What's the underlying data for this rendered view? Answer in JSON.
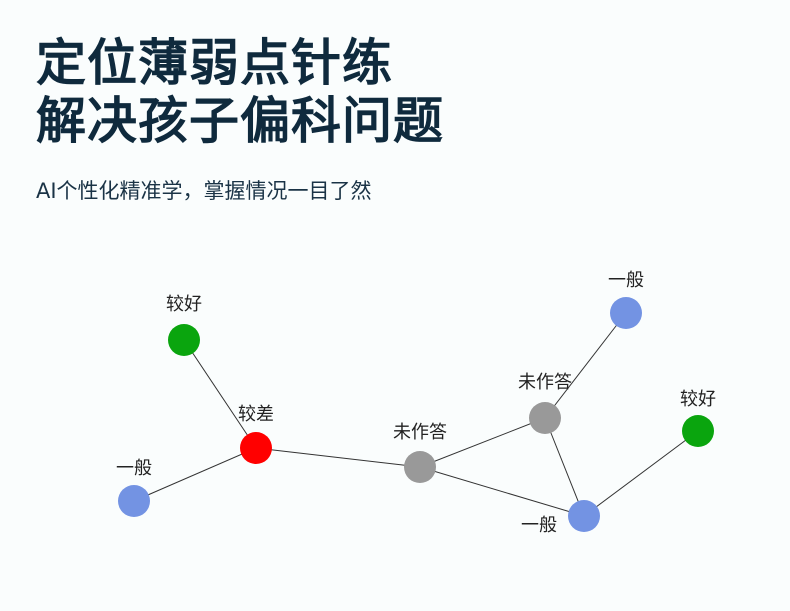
{
  "headline": {
    "line1": "定位薄弱点针练",
    "line2": "解决孩子偏科问题"
  },
  "subtitle": "AI个性化精准学，掌握情况一目了然",
  "graph": {
    "nodes": [
      {
        "id": "n1",
        "label": "较好",
        "status": "good"
      },
      {
        "id": "n2",
        "label": "较差",
        "status": "poor"
      },
      {
        "id": "n3",
        "label": "一般",
        "status": "average"
      },
      {
        "id": "n4",
        "label": "未作答",
        "status": "unanswered"
      },
      {
        "id": "n5",
        "label": "未作答",
        "status": "unanswered"
      },
      {
        "id": "n6",
        "label": "一般",
        "status": "average"
      },
      {
        "id": "n7",
        "label": "较好",
        "status": "good"
      },
      {
        "id": "n8",
        "label": "一般",
        "status": "average"
      }
    ],
    "edges": [
      [
        "n1",
        "n2"
      ],
      [
        "n2",
        "n3"
      ],
      [
        "n2",
        "n4"
      ],
      [
        "n4",
        "n5"
      ],
      [
        "n4",
        "n8"
      ],
      [
        "n5",
        "n6"
      ],
      [
        "n5",
        "n8"
      ],
      [
        "n7",
        "n8"
      ]
    ],
    "status_colors": {
      "good": "#0aa50e",
      "poor": "#ff0000",
      "average": "#7393e3",
      "unanswered": "#999999"
    }
  }
}
